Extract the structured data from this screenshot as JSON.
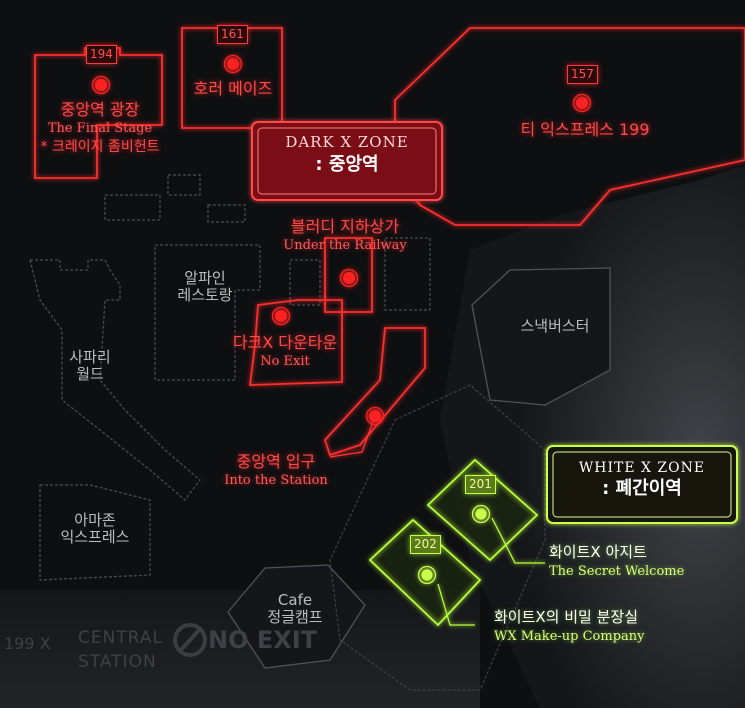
{
  "colors": {
    "dark_zone": "#ff2a2a",
    "white_zone": "#b8ff3a",
    "grey_outline": "#4a4f55",
    "background": "#0d0e10"
  },
  "zones": {
    "dark": {
      "title_en": "DARK X ZONE",
      "title_ko": ": 중앙역"
    },
    "white": {
      "title_en": "WHITE X ZONE",
      "title_ko": ": 폐간이역"
    }
  },
  "attractions": [
    {
      "number": "194",
      "name": "중앙역 광장",
      "en": "The Final Stage",
      "sub": "* 크레이지 좀비헌트"
    },
    {
      "number": "161",
      "name": "호러 메이즈"
    },
    {
      "number": "157",
      "name": "티 익스프레스 199"
    },
    {
      "name": "블러디 지하상가",
      "en": "Under the Railway"
    },
    {
      "name": "다크X 다운타운",
      "en": "No Exit"
    },
    {
      "name": "중앙역 입구",
      "en": "Into the Station"
    },
    {
      "number": "201",
      "name": "화이트X 아지트",
      "en": "The Secret Welcome"
    },
    {
      "number": "202",
      "name": "화이트X의 비밀 분장실",
      "en": "WX Make-up Company"
    }
  ],
  "other_places": [
    {
      "name": "알파인\n레스토랑"
    },
    {
      "name": "사파리\n월드"
    },
    {
      "name": "아마존\n익스프레스"
    },
    {
      "name": "스낵버스터"
    },
    {
      "name": "Cafe\n정글캠프"
    }
  ],
  "background_signage": [
    {
      "text": "CENTRAL"
    },
    {
      "text": "STATION"
    },
    {
      "text": "199 X"
    },
    {
      "text": "NO EXIT"
    }
  ]
}
